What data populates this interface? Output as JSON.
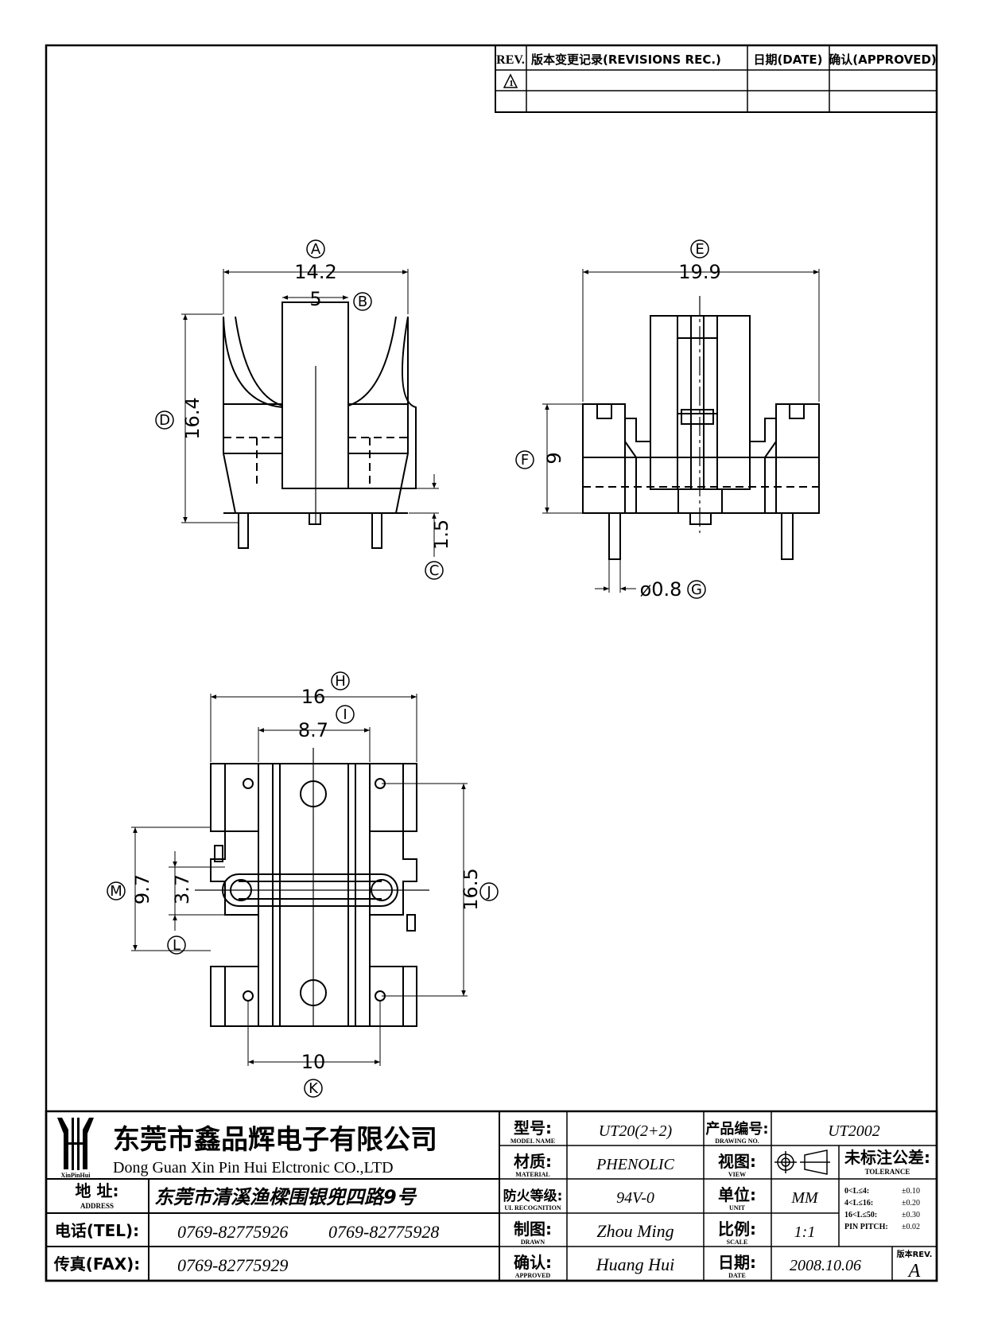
{
  "revision_table": {
    "headers": [
      "REV.",
      "版本变更记录(REVISIONS REC.)",
      "日期(DATE)",
      "确认(APPROVED)"
    ],
    "rev_symbol": "1"
  },
  "views": {
    "front": {
      "dims": [
        {
          "id": "A",
          "value": "14.2"
        },
        {
          "id": "B",
          "value": "5"
        },
        {
          "id": "C",
          "value": "1.5"
        },
        {
          "id": "D",
          "value": "16.4"
        }
      ]
    },
    "side": {
      "dims": [
        {
          "id": "E",
          "value": "19.9"
        },
        {
          "id": "F",
          "value": "9"
        },
        {
          "id": "G",
          "value": "ø0.8"
        }
      ]
    },
    "bottom": {
      "dims": [
        {
          "id": "H",
          "value": "16"
        },
        {
          "id": "I",
          "value": "8.7"
        },
        {
          "id": "J",
          "value": "16.5"
        },
        {
          "id": "K",
          "value": "10"
        },
        {
          "id": "L",
          "value": "3.7"
        },
        {
          "id": "M",
          "value": "9.7"
        }
      ]
    }
  },
  "title_block": {
    "company_cn": "东莞市鑫品辉电子有限公司",
    "company_en": "Dong Guan Xin Pin Hui Elctronic CO.,LTD",
    "logo_text": "XinPinHui",
    "address_label": "地 址:",
    "address_label_en": "ADDRESS",
    "address": "东莞市清溪渔樑围银兜四路9号",
    "tel_label": "电话(TEL):",
    "tel1": "0769-82775926",
    "tel2": "0769-82775928",
    "fax_label": "传真(FAX):",
    "fax": "0769-82775929",
    "model_label": "型号:",
    "model_label_en": "MODEL NAME",
    "model": "UT20(2+2)",
    "material_label": "材质:",
    "material_label_en": "MATERIAL",
    "material": "PHENOLIC",
    "ul_label": "防火等级:",
    "ul_label_en": "UL RECOGNITION",
    "ul": "94V-0",
    "drawn_label": "制图:",
    "drawn_label_en": "DRAWN",
    "drawn": "Zhou Ming",
    "approved_label": "确认:",
    "approved_label_en": "APPROVED",
    "approved": "Huang Hui",
    "drawing_no_label": "产品编号:",
    "drawing_no_label_en": "DRAWING NO.",
    "drawing_no": "UT2002",
    "view_label": "视图:",
    "view_label_en": "VIEW",
    "unit_label": "单位:",
    "unit_label_en": "UNIT",
    "unit": "MM",
    "scale_label": "比例:",
    "scale_label_en": "SCALE",
    "scale": "1:1",
    "date_label": "日期:",
    "date_label_en": "DATE",
    "date": "2008.10.06",
    "tolerance_label": "未标注公差:",
    "tolerance_label_en": "TOLERANCE",
    "tolerance": [
      {
        "range": "0<L≤4:",
        "value": "±0.10"
      },
      {
        "range": "4<L≤16:",
        "value": "±0.20"
      },
      {
        "range": "16<L≤50:",
        "value": "±0.30"
      },
      {
        "range": "PIN PITCH:",
        "value": "±0.02"
      }
    ],
    "rev_label": "版本REV.",
    "rev": "A"
  }
}
